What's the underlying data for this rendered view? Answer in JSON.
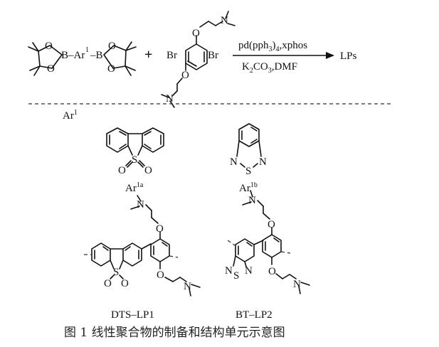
{
  "reaction": {
    "boronate_label": "B–Ar",
    "boronate_superscript": "1",
    "boronate_right_b": "–B",
    "plus": "+",
    "br_left": "Br",
    "br_right": "Br",
    "atom_o": "O",
    "atom_n": "N",
    "catalyst": "pd(pph",
    "catalyst_sub": "3",
    "catalyst_tail": ")",
    "catalyst_sub2": "4",
    "catalyst_end": ",xphos",
    "base": "K",
    "base_sub": "2",
    "base_tail": "CO",
    "base_sub2": "3",
    "base_end": ",DMF",
    "product": "LPs"
  },
  "units": {
    "ar_header": "Ar",
    "ar_header_sup": "1",
    "ar1a_label": "Ar",
    "ar1a_sup": "1a",
    "ar1b_label": "Ar",
    "ar1b_sup": "1b",
    "atom_s": "S",
    "atom_n": "N"
  },
  "polymers": {
    "dts_label": "DTS–LP1",
    "bt_label": "BT–LP2"
  },
  "caption": "图 1   线性聚合物的制备和结构单元示意图"
}
